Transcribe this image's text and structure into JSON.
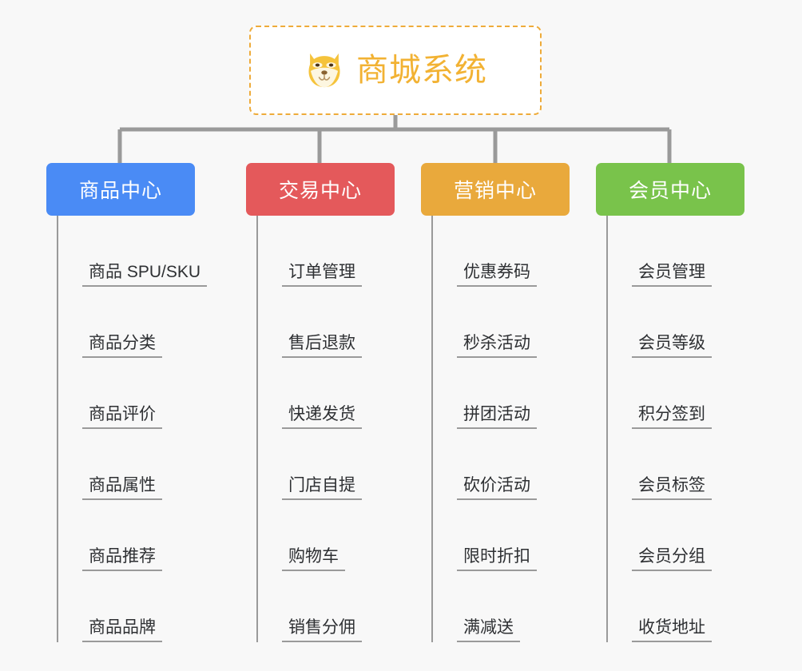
{
  "page": {
    "background_color": "#f8f8f8",
    "type": "mindmap"
  },
  "root": {
    "title": "商城系统",
    "icon": "shiba-dog-face-icon",
    "text_color": "#f2b233",
    "border_color": "#eeab3a",
    "background_color": "#ffffff"
  },
  "connector": {
    "color": "#9a9a9a"
  },
  "columns": [
    {
      "id": "product-center",
      "title": "商品中心",
      "color": "#4a8bf5",
      "items": [
        {
          "label": "商品 SPU/SKU"
        },
        {
          "label": "商品分类"
        },
        {
          "label": "商品评价"
        },
        {
          "label": "商品属性"
        },
        {
          "label": "商品推荐"
        },
        {
          "label": "商品品牌"
        }
      ]
    },
    {
      "id": "trade-center",
      "title": "交易中心",
      "color": "#e4595b",
      "items": [
        {
          "label": "订单管理"
        },
        {
          "label": "售后退款"
        },
        {
          "label": "快递发货"
        },
        {
          "label": "门店自提"
        },
        {
          "label": "购物车"
        },
        {
          "label": "销售分佣"
        }
      ]
    },
    {
      "id": "marketing-center",
      "title": "营销中心",
      "color": "#e9a93c",
      "items": [
        {
          "label": "优惠券码"
        },
        {
          "label": "秒杀活动"
        },
        {
          "label": "拼团活动"
        },
        {
          "label": "砍价活动"
        },
        {
          "label": "限时折扣"
        },
        {
          "label": "满减送"
        }
      ]
    },
    {
      "id": "member-center",
      "title": "会员中心",
      "color": "#79c34b",
      "items": [
        {
          "label": "会员管理"
        },
        {
          "label": "会员等级"
        },
        {
          "label": "积分签到"
        },
        {
          "label": "会员标签"
        },
        {
          "label": "会员分组"
        },
        {
          "label": "收货地址"
        }
      ]
    }
  ]
}
